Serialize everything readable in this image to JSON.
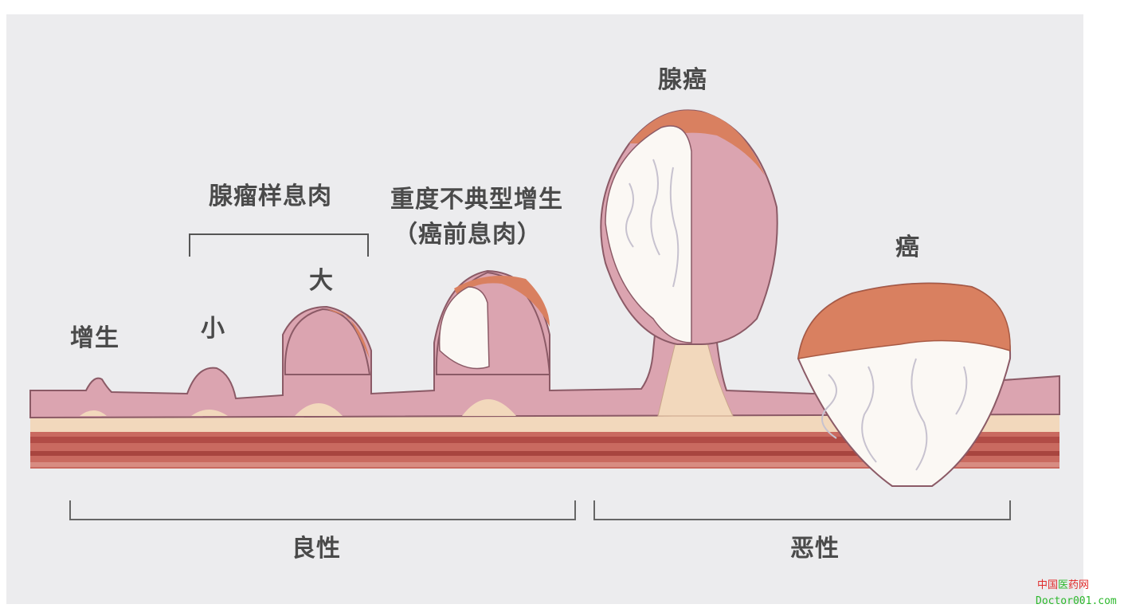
{
  "labels": {
    "hyperplasia": "增生",
    "adenomatous_polyp": "腺瘤样息肉",
    "small": "小",
    "large": "大",
    "severe_dysplasia": "重度不典型增生",
    "precancerous_polyp": "（癌前息肉）",
    "adenocarcinoma": "腺癌",
    "cancer": "癌",
    "benign": "良性",
    "malignant": "恶性"
  },
  "watermark": {
    "line1_part1": "中国",
    "line1_part2": "医",
    "line1_part3": "药网",
    "line2": "Doctor001.com"
  },
  "colors": {
    "background": "#ececee",
    "mucosa": "#dba4b0",
    "mucosa_outline": "#8b5a66",
    "submucosa": "#f2d8bc",
    "muscle": "#bd5b52",
    "tumor_cap": "#d98060",
    "tumor_white": "#fbf8f4",
    "watermark_red": "#e02a2a",
    "watermark_green": "#2db82d"
  }
}
